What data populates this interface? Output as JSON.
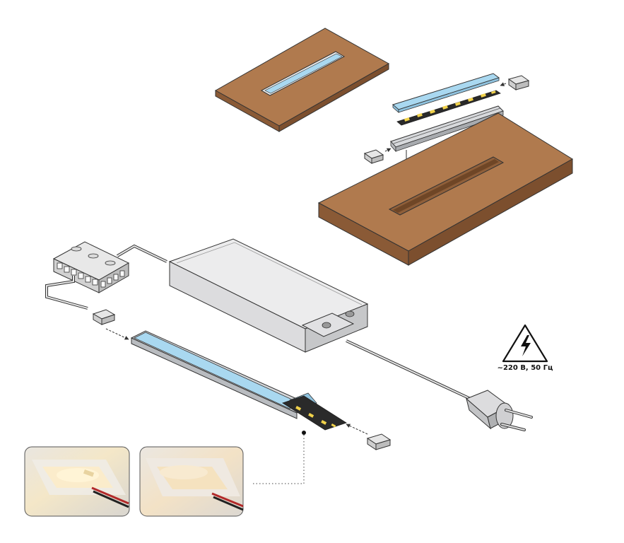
{
  "warning": {
    "label": "~220 В, 50 Гц",
    "icon": "high-voltage-icon"
  },
  "colors": {
    "wood": "#b07a4e",
    "wood_edge": "#8a5a36",
    "diffuser": "#a9d8f0",
    "profile": "#d7d9dc",
    "driver": "#e3e4e6",
    "tape": "#2a2a2a",
    "led": "#f1d24a",
    "outline": "#3a3a3a"
  },
  "photos": [
    {
      "icon": "led-profile-open-photo"
    },
    {
      "icon": "led-profile-closed-photo"
    }
  ]
}
